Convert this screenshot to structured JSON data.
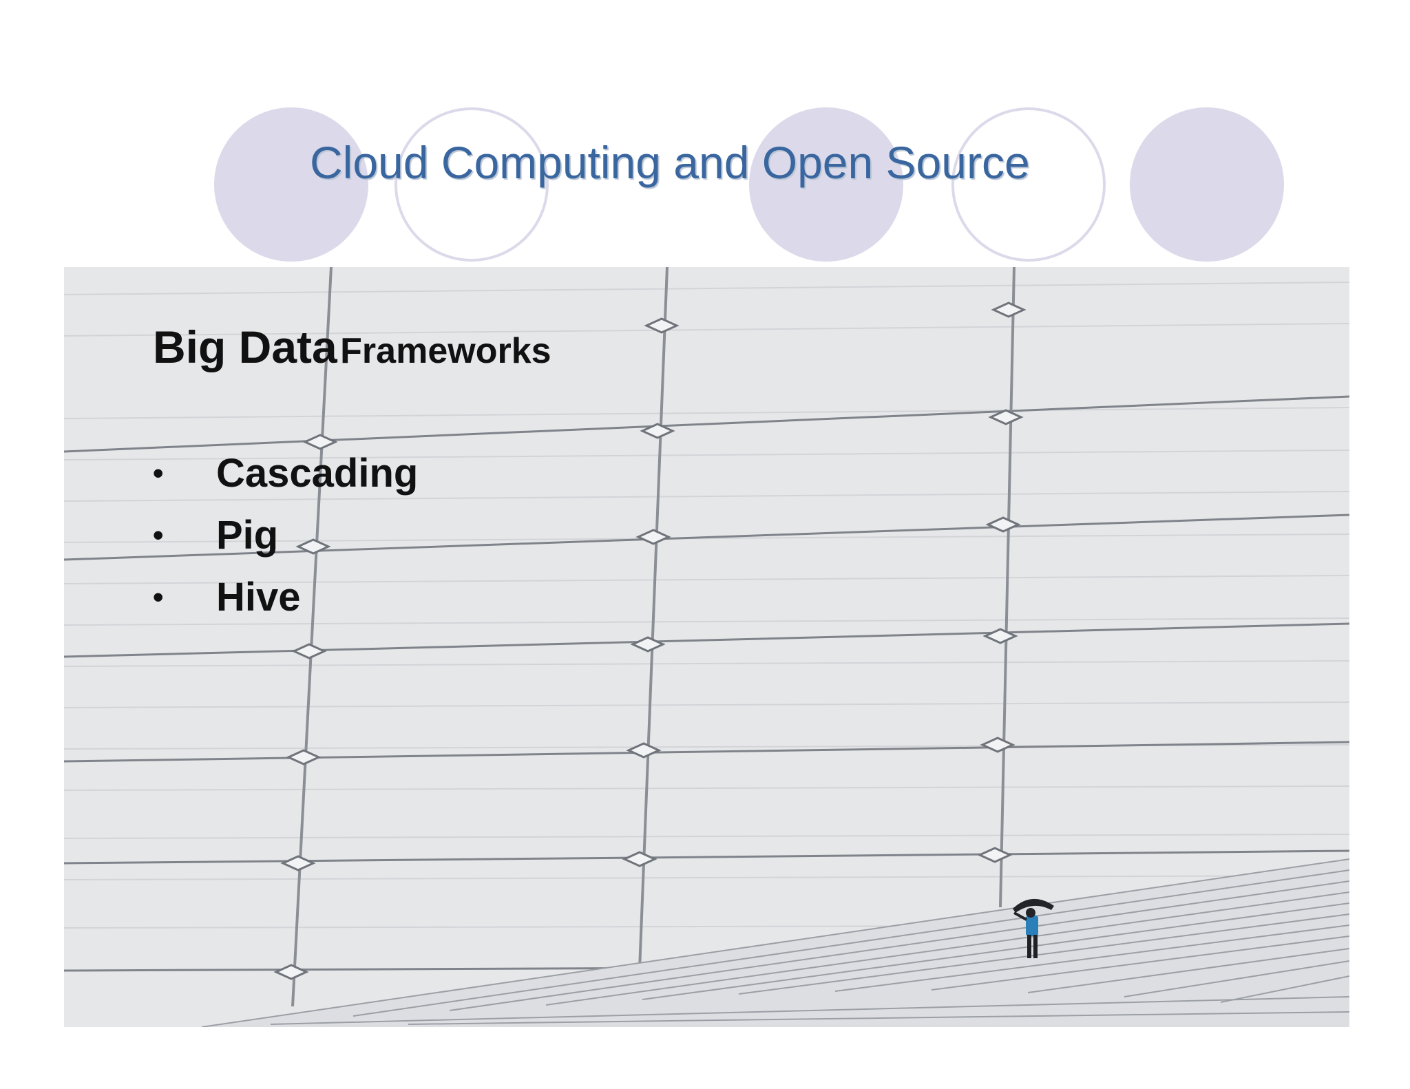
{
  "slide": {
    "title": "Cloud Computing and Open Source",
    "heading_big": "Big Data",
    "heading_small": "Frameworks",
    "bullets": [
      {
        "marker": "•",
        "label": "Cascading"
      },
      {
        "marker": "•",
        "label": "Pig"
      },
      {
        "marker": "•",
        "label": "Hive"
      }
    ]
  },
  "colors": {
    "title": "#3a66a0",
    "circle": "#dcdaea",
    "photo_background": "#e6e7e9"
  }
}
